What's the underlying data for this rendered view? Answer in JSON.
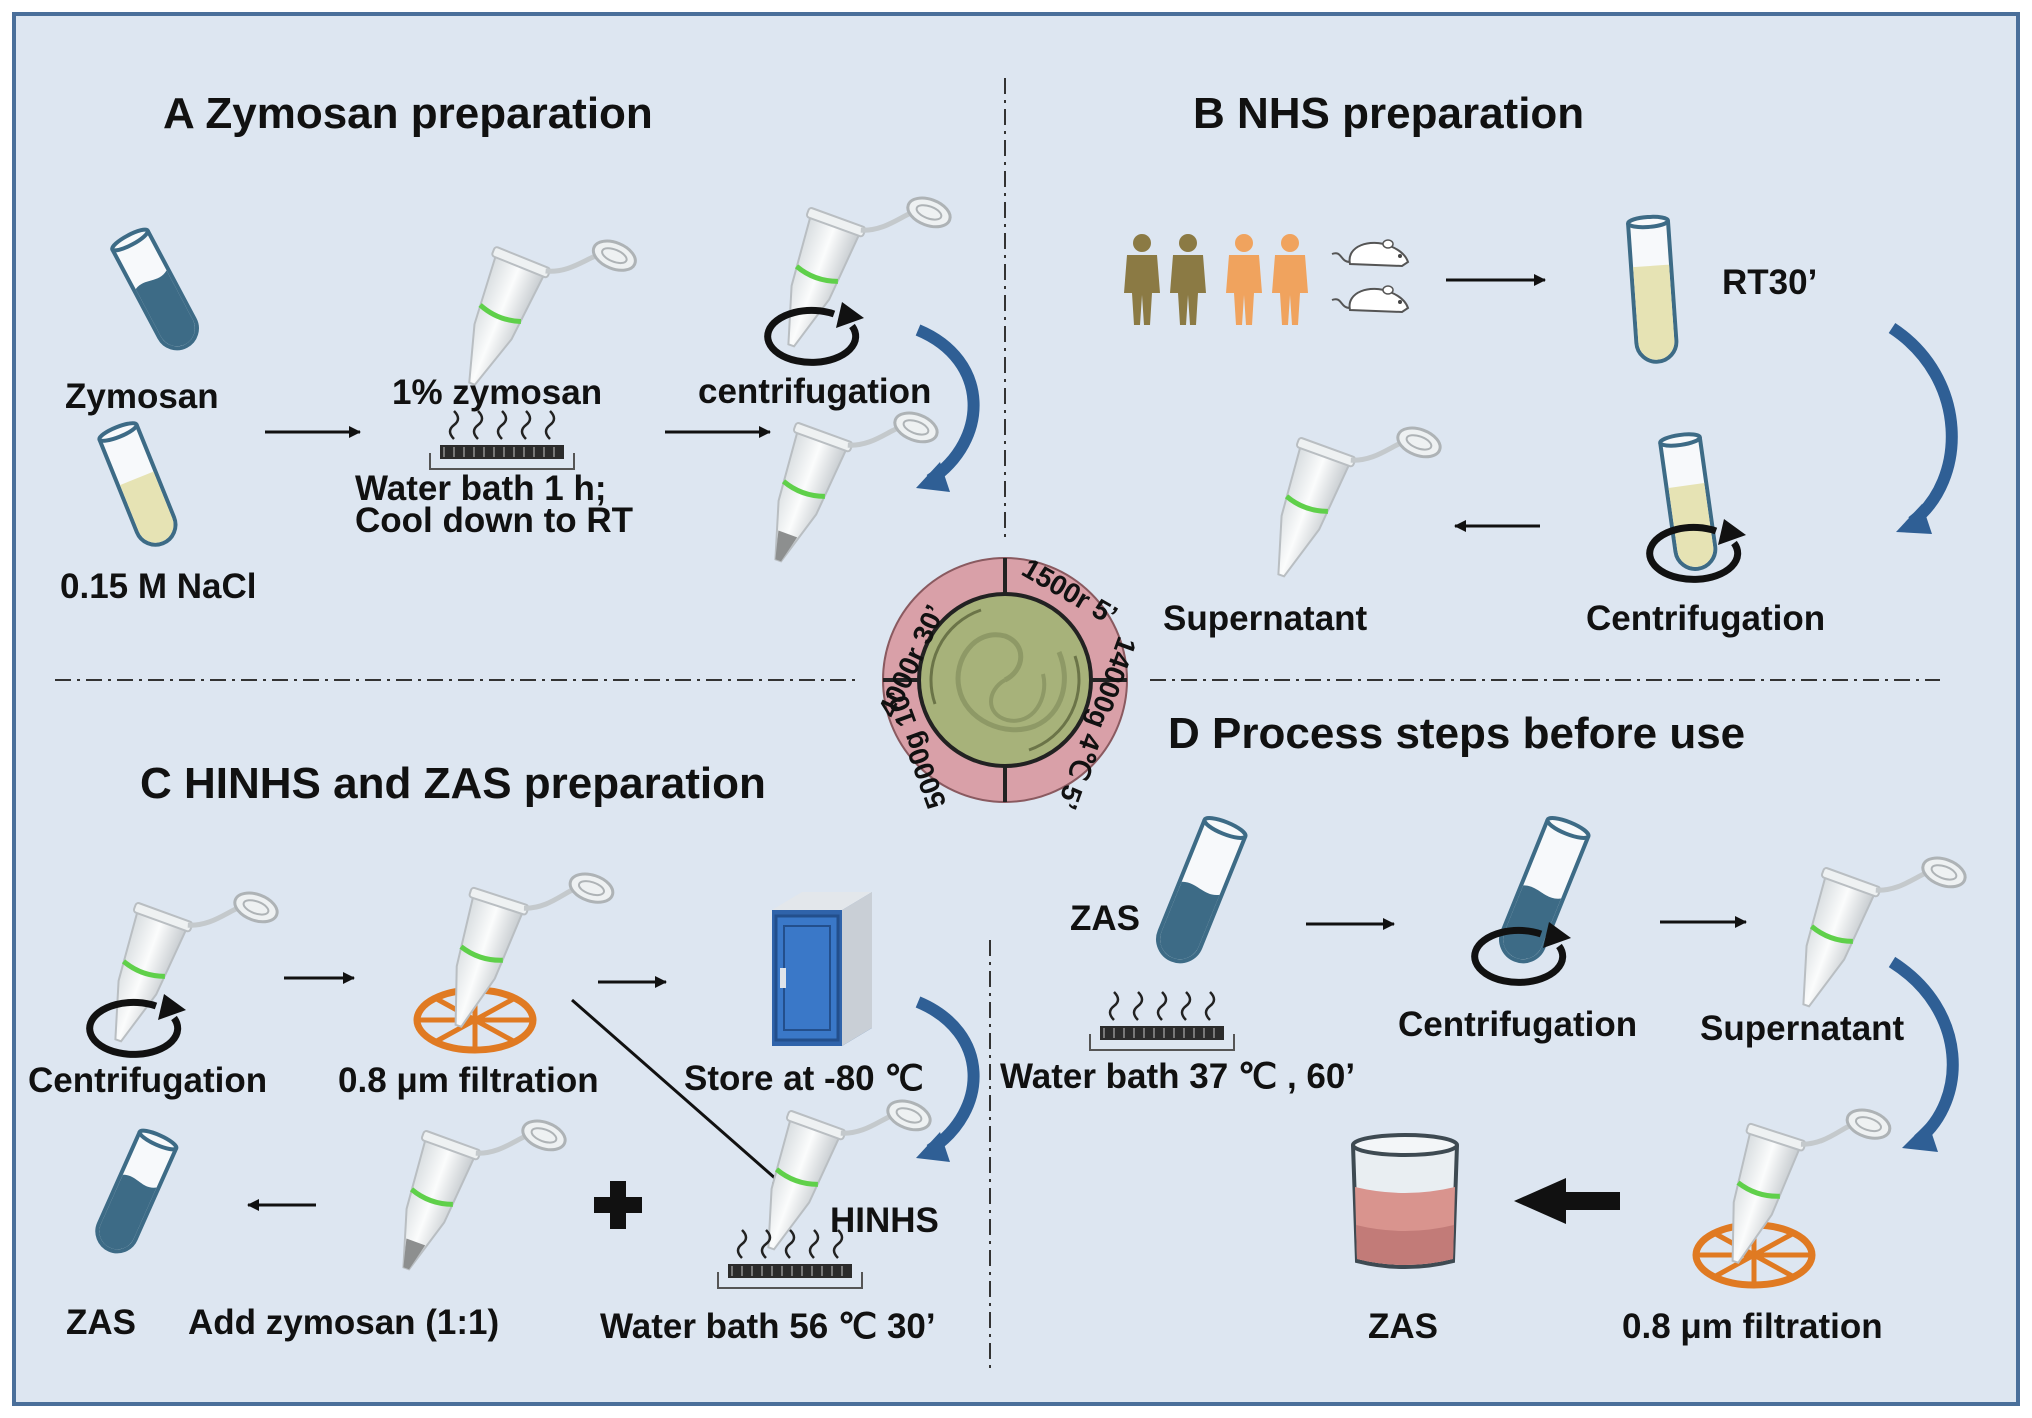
{
  "colors": {
    "background": "#dde6f1",
    "border": "#4a6f9a",
    "dark_blue_liquid": "#3d6b86",
    "pale_yellow_liquid": "#e6e3b4",
    "arc_arrow": "#2f5f95",
    "filter_orange": "#e07a22",
    "freezer_blue": "#3a78c8",
    "rotor_ring": "#d9a0a8",
    "rotor_center": "#a7b27a",
    "beaker_liquid": "#d9948e",
    "human_olive": "#8b7a44",
    "human_orange": "#f0a35e"
  },
  "icons": [
    "test-tube-icon",
    "eppendorf-tube-icon",
    "centrifuge-rotation-icon",
    "water-bath-icon",
    "filter-wheel-icon",
    "freezer-icon",
    "beaker-icon",
    "human-figure-icon",
    "mouse-icon",
    "curved-arrow-icon",
    "plus-icon",
    "rotor-dial-icon"
  ],
  "panel_a": {
    "title": "A  Zymosan preparation",
    "zymosan": "Zymosan",
    "nacl": "0.15 M NaCl",
    "percent": "1% zymosan",
    "water_bath_1": "Water bath 1 h;",
    "water_bath_2": "Cool down to RT",
    "centrifugation": "centrifugation"
  },
  "panel_b": {
    "title": "B  NHS preparation",
    "rt": "RT30’",
    "centrifugation": "Centrifugation",
    "supernatant": "Supernatant"
  },
  "panel_c": {
    "title": "C  HINHS and ZAS preparation",
    "centrifugation": "Centrifugation",
    "filtration": "0.8 μm filtration",
    "store": "Store at -80 ℃",
    "hinhs": "HINHS",
    "water_bath": "Water bath 56 ℃ 30’",
    "add": "Add zymosan (1:1)",
    "zas": "ZAS"
  },
  "panel_d": {
    "title": "D  Process steps before use",
    "zas_in": "ZAS",
    "water_bath": "Water bath 37 ℃ , 60’",
    "centrifugation": "Centrifugation",
    "supernatant": "Supernatant",
    "filtration": "0.8 μm filtration",
    "zas_out": "ZAS"
  },
  "rotor": {
    "a": "4000r 30’",
    "b": "1500r 5’",
    "c": "14000g 4℃ 5’",
    "d": "5000g 10’"
  }
}
